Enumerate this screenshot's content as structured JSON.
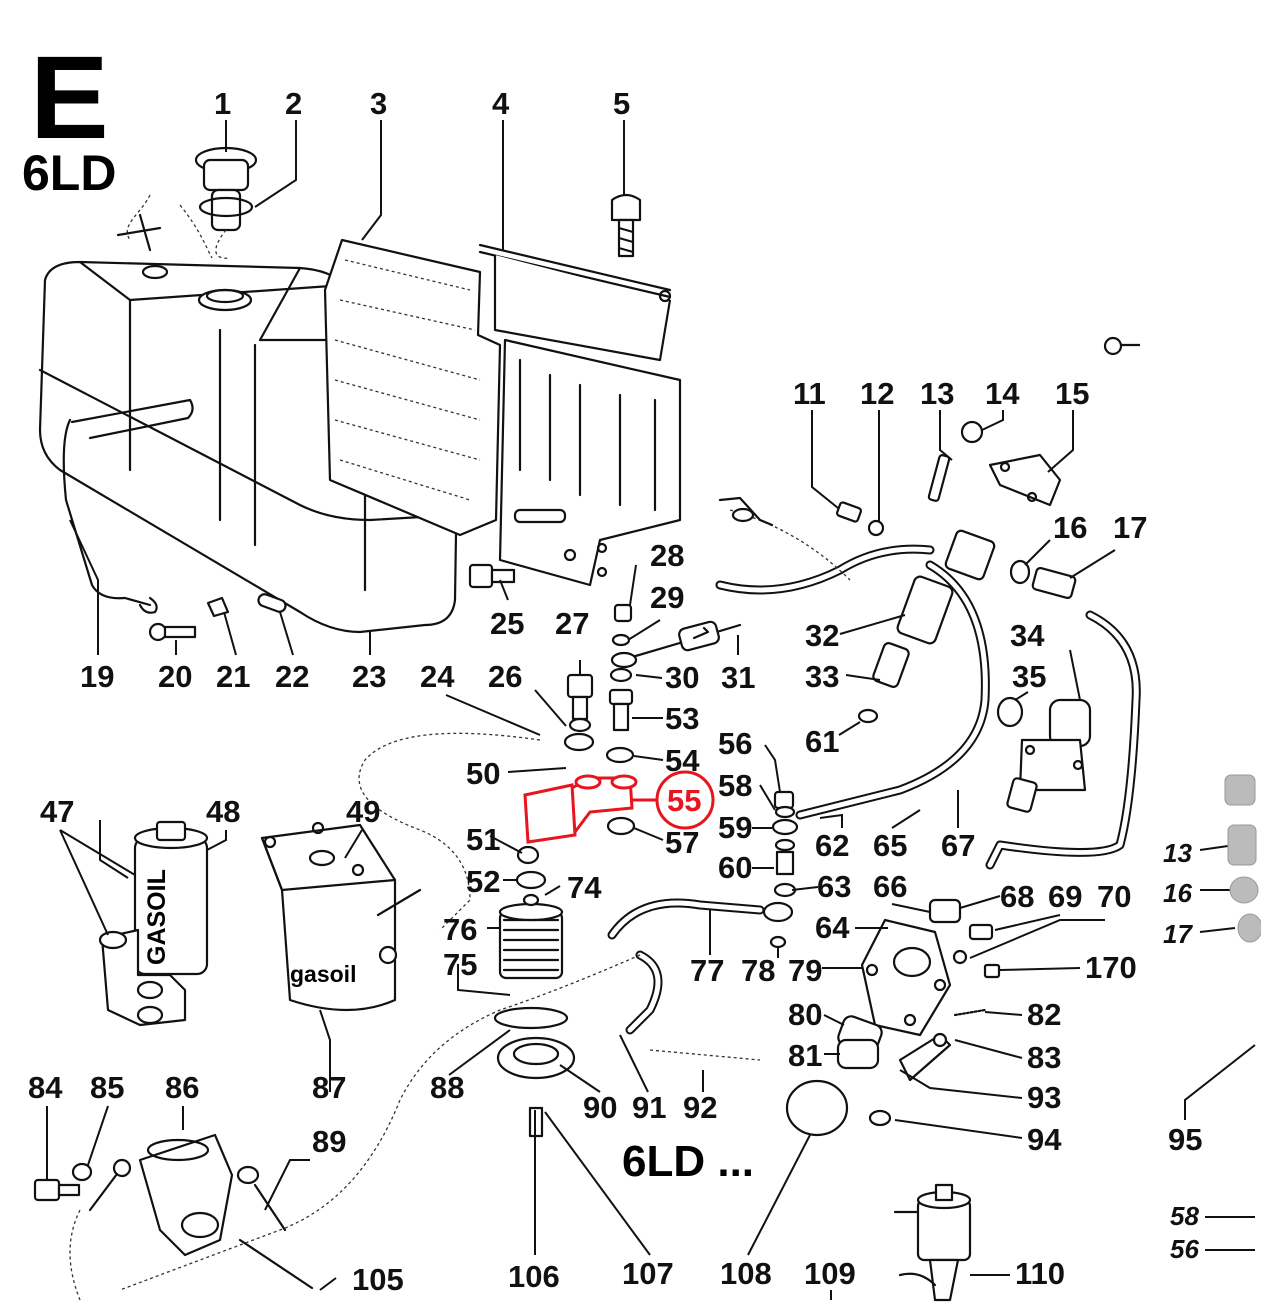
{
  "header": {
    "section_letter": "E",
    "engine_model": "6LD"
  },
  "footer_label": "6LD ...",
  "highlight": {
    "part": "55",
    "color": "#e8141e"
  },
  "colors": {
    "ink": "#111111",
    "paper": "#ffffff"
  },
  "part_labels": {
    "filter_left": "GASOIL",
    "filter_center": "gasoil"
  },
  "callouts": {
    "c1": "1",
    "c2": "2",
    "c3": "3",
    "c4": "4",
    "c5": "5",
    "c11": "11",
    "c12": "12",
    "c13": "13",
    "c14": "14",
    "c15": "15",
    "c16": "16",
    "c17": "17",
    "c19": "19",
    "c20": "20",
    "c21": "21",
    "c22": "22",
    "c23": "23",
    "c24": "24",
    "c25": "25",
    "c26": "26",
    "c27": "27",
    "c28": "28",
    "c29": "29",
    "c30": "30",
    "c31": "31",
    "c32": "32",
    "c33": "33",
    "c34": "34",
    "c35": "35",
    "c47": "47",
    "c48": "48",
    "c49": "49",
    "c50": "50",
    "c51": "51",
    "c52": "52",
    "c53": "53",
    "c54": "54",
    "c55": "55",
    "c56": "56",
    "c57": "57",
    "c58": "58",
    "c59": "59",
    "c60": "60",
    "c61": "61",
    "c62": "62",
    "c63": "63",
    "c64": "64",
    "c65": "65",
    "c66": "66",
    "c67": "67",
    "c68": "68",
    "c69": "69",
    "c70": "70",
    "c74": "74",
    "c75": "75",
    "c76": "76",
    "c77": "77",
    "c78": "78",
    "c79": "79",
    "c80": "80",
    "c81": "81",
    "c82": "82",
    "c83": "83",
    "c84": "84",
    "c85": "85",
    "c86": "86",
    "c87": "87",
    "c88": "88",
    "c89": "89",
    "c90": "90",
    "c91": "91",
    "c92": "92",
    "c93": "93",
    "c94": "94",
    "c95": "95",
    "c105": "105",
    "c106": "106",
    "c107": "107",
    "c108": "108",
    "c109": "109",
    "c110": "110",
    "c170": "170"
  },
  "side_callouts": {
    "s13": "13",
    "s16": "16",
    "s17": "17",
    "s58": "58",
    "s56": "56"
  }
}
